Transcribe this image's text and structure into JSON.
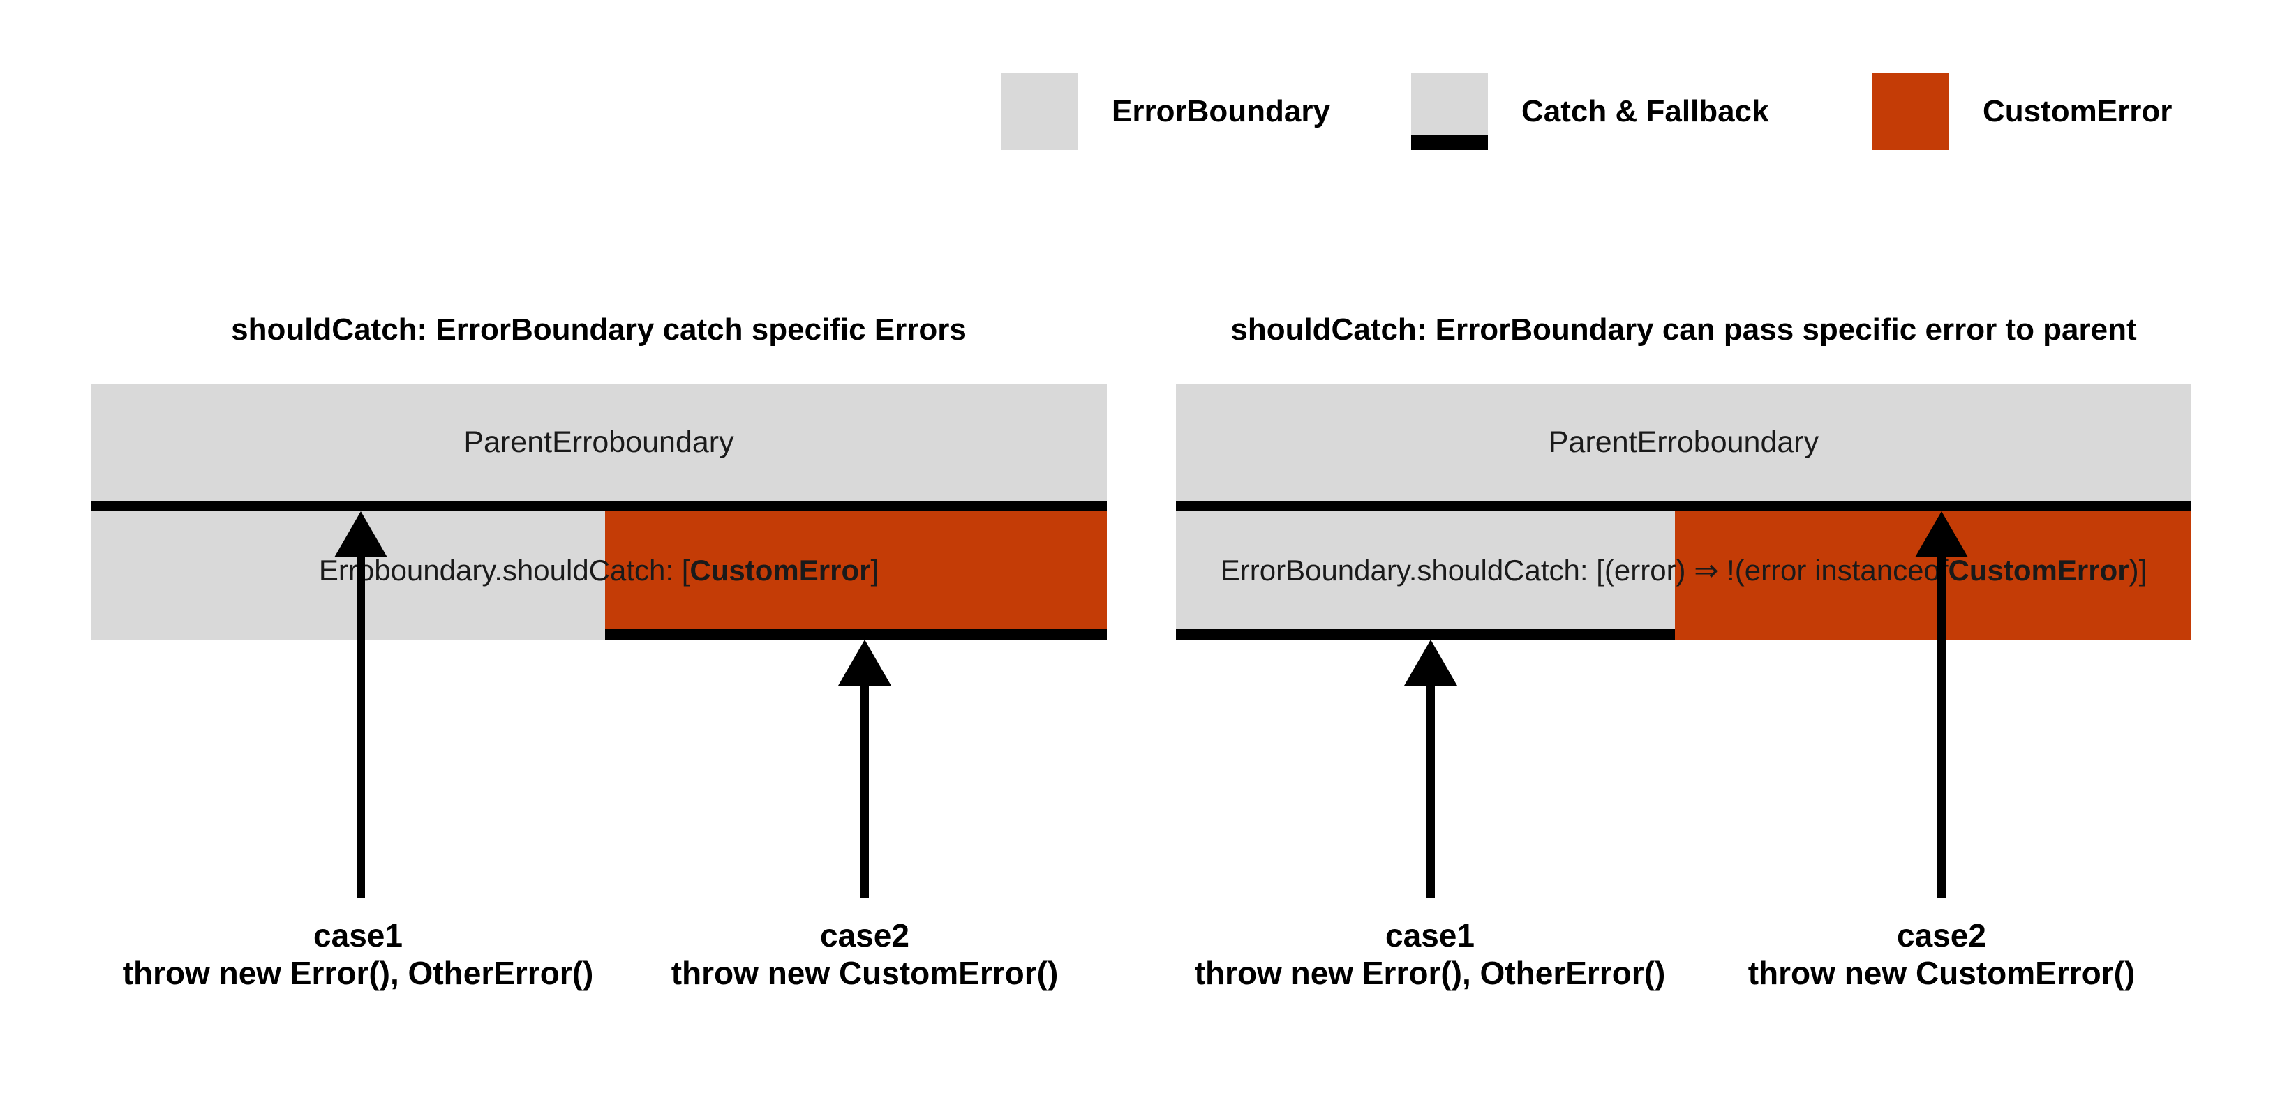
{
  "legend": {
    "items": [
      {
        "label": "ErrorBoundary",
        "swatch": "errorboundary-gray"
      },
      {
        "label": "Catch & Fallback",
        "swatch": "gray-with-black-catch-bar"
      },
      {
        "label": "CustomError",
        "swatch": "customerror-orange"
      }
    ]
  },
  "colors": {
    "errorboundary_gray": "#d9d9d9",
    "customerror_orange": "#c43c06",
    "catch_bar_black": "#000000"
  },
  "diagrams": [
    {
      "title": "shouldCatch: ErrorBoundary catch specific Errors",
      "parent_label": "ParentErroboundary",
      "child_label_prefix": "Erroboundary.shouldCatch: [",
      "child_label_bold": "CustomError",
      "child_label_suffix": "]",
      "cases": [
        {
          "name": "case1",
          "code": "throw new Error(), OtherError()"
        },
        {
          "name": "case2",
          "code": "throw new CustomError()"
        }
      ]
    },
    {
      "title": "shouldCatch: ErrorBoundary can pass specific error to parent",
      "parent_label": "ParentErroboundary",
      "child_label_prefix": "ErrorBoundary.shouldCatch: [(error) ⇒ !(error instanceof ",
      "child_label_bold": "CustomError",
      "child_label_suffix": ")]",
      "cases": [
        {
          "name": "case1",
          "code": "throw new Error(), OtherError()"
        },
        {
          "name": "case2",
          "code": "throw new CustomError()"
        }
      ]
    }
  ]
}
